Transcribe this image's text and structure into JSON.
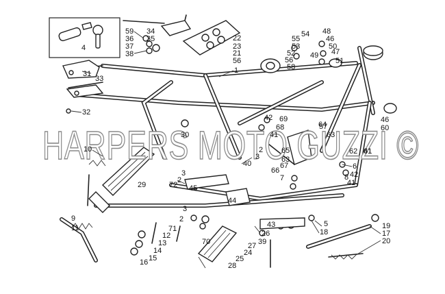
{
  "watermark": "HARPERS MOTO GUZZI ©",
  "callouts": [
    {
      "id": "c1",
      "text": "1"
    },
    {
      "id": "c2a",
      "text": "2"
    },
    {
      "id": "c2b",
      "text": "2"
    },
    {
      "id": "c2c",
      "text": "2"
    },
    {
      "id": "c3a",
      "text": "3"
    },
    {
      "id": "c3b",
      "text": "3"
    },
    {
      "id": "c3c",
      "text": "3"
    },
    {
      "id": "c4",
      "text": "4"
    },
    {
      "id": "c5",
      "text": "5"
    },
    {
      "id": "c6",
      "text": "6"
    },
    {
      "id": "c7",
      "text": "7"
    },
    {
      "id": "c8",
      "text": "8"
    },
    {
      "id": "c9",
      "text": "9"
    },
    {
      "id": "c10",
      "text": "10"
    },
    {
      "id": "c11",
      "text": "11"
    },
    {
      "id": "c12",
      "text": "12"
    },
    {
      "id": "c13",
      "text": "13"
    },
    {
      "id": "c14",
      "text": "14"
    },
    {
      "id": "c15",
      "text": "15"
    },
    {
      "id": "c16",
      "text": "16"
    },
    {
      "id": "c17",
      "text": "17"
    },
    {
      "id": "c18",
      "text": "18"
    },
    {
      "id": "c19",
      "text": "19"
    },
    {
      "id": "c20",
      "text": "20"
    },
    {
      "id": "c21",
      "text": "21"
    },
    {
      "id": "c22",
      "text": "22"
    },
    {
      "id": "c23",
      "text": "23"
    },
    {
      "id": "c24",
      "text": "24"
    },
    {
      "id": "c25",
      "text": "25"
    },
    {
      "id": "c26",
      "text": "26"
    },
    {
      "id": "c27",
      "text": "27"
    },
    {
      "id": "c28",
      "text": "28"
    },
    {
      "id": "c29",
      "text": "29"
    },
    {
      "id": "c30",
      "text": "30"
    },
    {
      "id": "c31",
      "text": "31"
    },
    {
      "id": "c32",
      "text": "32"
    },
    {
      "id": "c33",
      "text": "33"
    },
    {
      "id": "c34",
      "text": "34"
    },
    {
      "id": "c35",
      "text": "35"
    },
    {
      "id": "c36",
      "text": "36"
    },
    {
      "id": "c37",
      "text": "37"
    },
    {
      "id": "c38",
      "text": "38"
    },
    {
      "id": "c39",
      "text": "39"
    },
    {
      "id": "c40",
      "text": "40"
    },
    {
      "id": "c41a",
      "text": "41"
    },
    {
      "id": "c41b",
      "text": "41"
    },
    {
      "id": "c41c",
      "text": "41"
    },
    {
      "id": "c42a",
      "text": "42"
    },
    {
      "id": "c42b",
      "text": "42"
    },
    {
      "id": "c43",
      "text": "43"
    },
    {
      "id": "c44",
      "text": "44"
    },
    {
      "id": "c45",
      "text": "45"
    },
    {
      "id": "c46a",
      "text": "46"
    },
    {
      "id": "c46b",
      "text": "46"
    },
    {
      "id": "c47",
      "text": "47"
    },
    {
      "id": "c48",
      "text": "48"
    },
    {
      "id": "c49",
      "text": "49"
    },
    {
      "id": "c50",
      "text": "50"
    },
    {
      "id": "c51",
      "text": "51"
    },
    {
      "id": "c52",
      "text": "52"
    },
    {
      "id": "c53",
      "text": "53"
    },
    {
      "id": "c54",
      "text": "54"
    },
    {
      "id": "c55",
      "text": "55"
    },
    {
      "id": "c56a",
      "text": "56"
    },
    {
      "id": "c56b",
      "text": "56"
    },
    {
      "id": "c57",
      "text": "57"
    },
    {
      "id": "c58",
      "text": "58"
    },
    {
      "id": "c59",
      "text": "59"
    },
    {
      "id": "c60",
      "text": "60"
    },
    {
      "id": "c61",
      "text": "61"
    },
    {
      "id": "c62",
      "text": "62"
    },
    {
      "id": "c63a",
      "text": "63"
    },
    {
      "id": "c63b",
      "text": "63"
    },
    {
      "id": "c64",
      "text": "64"
    },
    {
      "id": "c65",
      "text": "65"
    },
    {
      "id": "c66",
      "text": "66"
    },
    {
      "id": "c67",
      "text": "67"
    },
    {
      "id": "c68",
      "text": "68"
    },
    {
      "id": "c69",
      "text": "69"
    },
    {
      "id": "c70",
      "text": "70"
    },
    {
      "id": "c71",
      "text": "71"
    },
    {
      "id": "c72",
      "text": "72"
    }
  ],
  "colors": {
    "line": "#222222",
    "background": "#ffffff",
    "watermark_outline": "#8a8a8a"
  }
}
